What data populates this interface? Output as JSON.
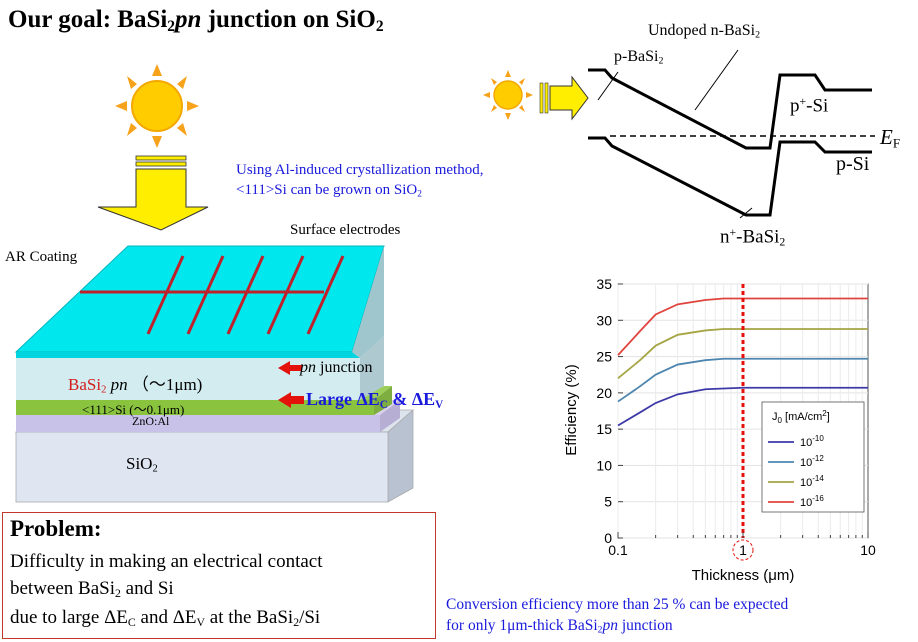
{
  "title": {
    "prefix": "Our goal: BaSi",
    "sub": "2",
    "pn": "pn",
    "mid": " junction on SiO",
    "sub2": "2"
  },
  "method_note": {
    "line1": "Using Al-induced crystallization method,",
    "line2a": "<111>Si can be grown on SiO",
    "line2sub": "2"
  },
  "device": {
    "surface_electrodes": "Surface electrodes",
    "ar_coating": "AR Coating",
    "basi2_layer": {
      "name": "BaSi",
      "sub": "2",
      "pn": "pn",
      "thickness": "（～1μm)"
    },
    "si_layer": "<111>Si (～0.1μm)",
    "zno_layer": "ZnO:Al",
    "sio2_layer": {
      "name": "SiO",
      "sub": "2"
    },
    "pn_junction_label": {
      "pn": "pn",
      "rest": " junction"
    },
    "large_delta": {
      "a": "Large ΔE",
      "c": "C",
      "b": " & ΔE",
      "v": "V"
    }
  },
  "band_diagram": {
    "undoped": {
      "text": "Undoped n-BaSi",
      "sub": "2"
    },
    "p_basi2": {
      "text": "p-BaSi",
      "sub": "2"
    },
    "pplus_si": {
      "text": "p",
      "sup": "+",
      "rest": "-Si"
    },
    "ef": {
      "text": "E",
      "sub": "F"
    },
    "p_si": "p-Si",
    "nplus_basi2": {
      "text": "n",
      "sup": "+",
      "rest": "-BaSi",
      "sub": "2"
    }
  },
  "problem": {
    "title": "Problem:",
    "line1": "Difficulty in making an electrical contact",
    "line2": {
      "a": "between BaSi",
      "sub": "2",
      "b": " and Si"
    },
    "line3": {
      "a": "due to large ΔE",
      "c": "C",
      "b": " and ΔE",
      "v": "V",
      "d": " at the BaSi",
      "sub": "2",
      "e": "/Si"
    }
  },
  "conclusion": {
    "line1": "Conversion efficiency more than 25 % can be expected",
    "line2a": " for only 1μm-thick BaSi",
    "line2sub": "2",
    "line2pn": "pn",
    "line2b": " junction"
  },
  "colors": {
    "sky": "#00e8ee",
    "electrode": "#c0202a",
    "green": "#8ac43f",
    "arrow_yellow": "#ffee00",
    "highlight_blue": "#1a1adc"
  },
  "chart_data": {
    "type": "line",
    "xlabel": "Thickness (μm)",
    "ylabel": "Efficiency (%)",
    "x_scale": "log",
    "xlim": [
      0.1,
      10
    ],
    "ylim": [
      0,
      35
    ],
    "x_ticks": [
      {
        "v": 0.1,
        "label": "0.1"
      },
      {
        "v": 1,
        "label": "1"
      },
      {
        "v": 10,
        "label": "10"
      }
    ],
    "y_ticks": [
      0,
      5,
      10,
      15,
      20,
      25,
      30,
      35
    ],
    "legend_title": {
      "a": "J",
      "sub": "0",
      "b": " [mA/cm",
      "sup": "2",
      "c": "]"
    },
    "legend_placement": "right",
    "marker_x": 1,
    "series": [
      {
        "name": "10",
        "exp": "-10",
        "color": "#3d3aa8",
        "x": [
          0.1,
          0.15,
          0.2,
          0.3,
          0.5,
          0.7,
          1,
          2,
          5,
          10
        ],
        "y": [
          15.5,
          17.3,
          18.6,
          19.8,
          20.5,
          20.6,
          20.7,
          20.7,
          20.7,
          20.7
        ]
      },
      {
        "name": "10",
        "exp": "-12",
        "color": "#4e86b0",
        "x": [
          0.1,
          0.15,
          0.2,
          0.3,
          0.5,
          0.7,
          1,
          2,
          5,
          10
        ],
        "y": [
          18.8,
          20.9,
          22.5,
          23.9,
          24.5,
          24.7,
          24.7,
          24.7,
          24.7,
          24.7
        ]
      },
      {
        "name": "10",
        "exp": "-14",
        "color": "#a5a544",
        "x": [
          0.1,
          0.15,
          0.2,
          0.3,
          0.5,
          0.7,
          1,
          2,
          5,
          10
        ],
        "y": [
          22.0,
          24.5,
          26.5,
          28.0,
          28.6,
          28.8,
          28.8,
          28.8,
          28.8,
          28.8
        ]
      },
      {
        "name": "10",
        "exp": "-16",
        "color": "#e0443e",
        "x": [
          0.1,
          0.15,
          0.2,
          0.3,
          0.5,
          0.7,
          1,
          2,
          5,
          10
        ],
        "y": [
          25.2,
          28.5,
          30.8,
          32.2,
          32.8,
          33.0,
          33.0,
          33.0,
          33.0,
          33.0
        ]
      }
    ]
  }
}
